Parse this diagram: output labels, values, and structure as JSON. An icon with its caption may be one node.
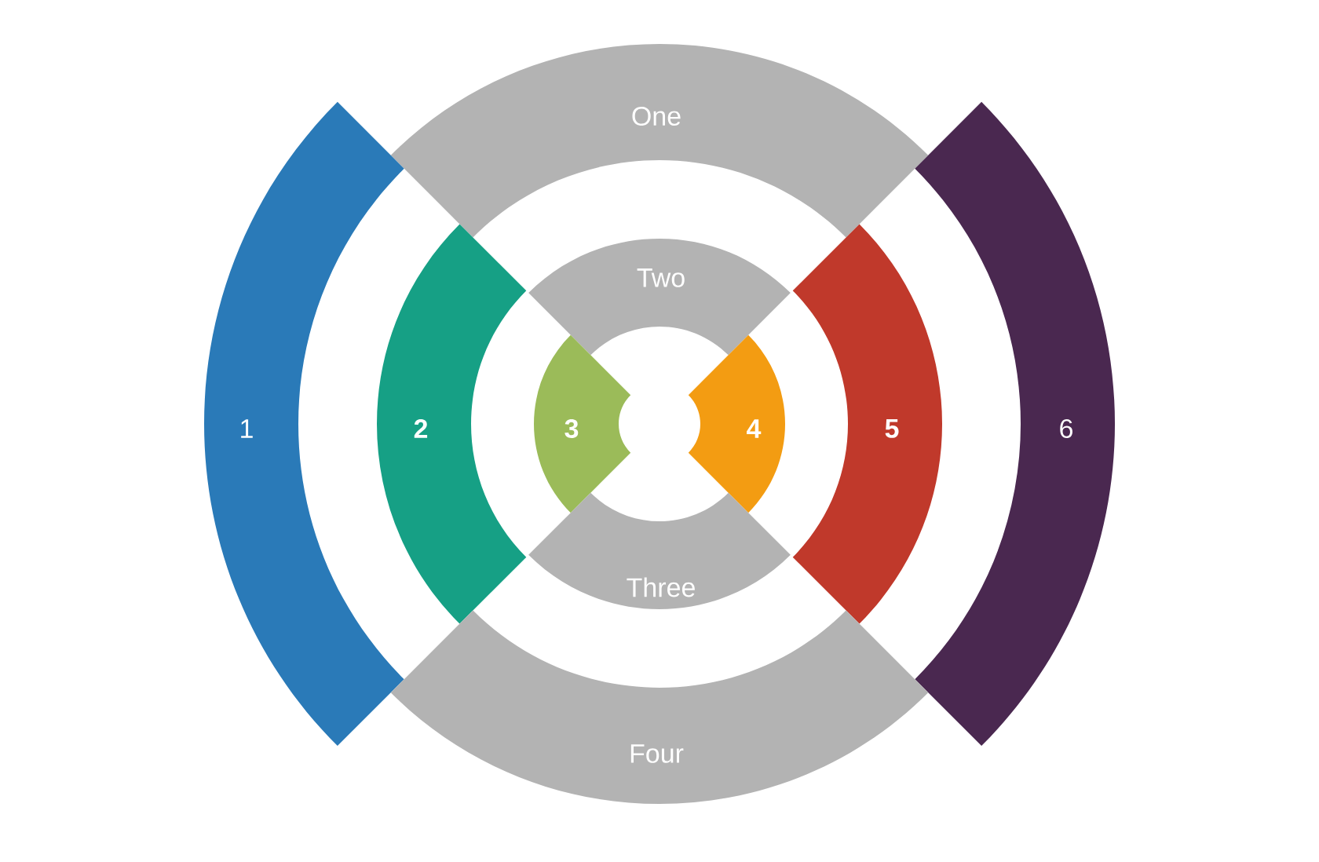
{
  "diagram": {
    "nodes": [
      {
        "text": [
          "One"
        ]
      },
      {
        "text": [
          "Two"
        ]
      },
      {
        "text": [
          "1"
        ]
      },
      {
        "text": [
          "2"
        ]
      },
      {
        "text": [
          "3"
        ]
      },
      {
        "text": [
          "4"
        ]
      },
      {
        "text": [
          "5"
        ]
      },
      {
        "text": [
          "6"
        ]
      },
      {
        "text": [
          "Three"
        ]
      },
      {
        "text": [
          "Four"
        ]
      }
    ]
  }
}
